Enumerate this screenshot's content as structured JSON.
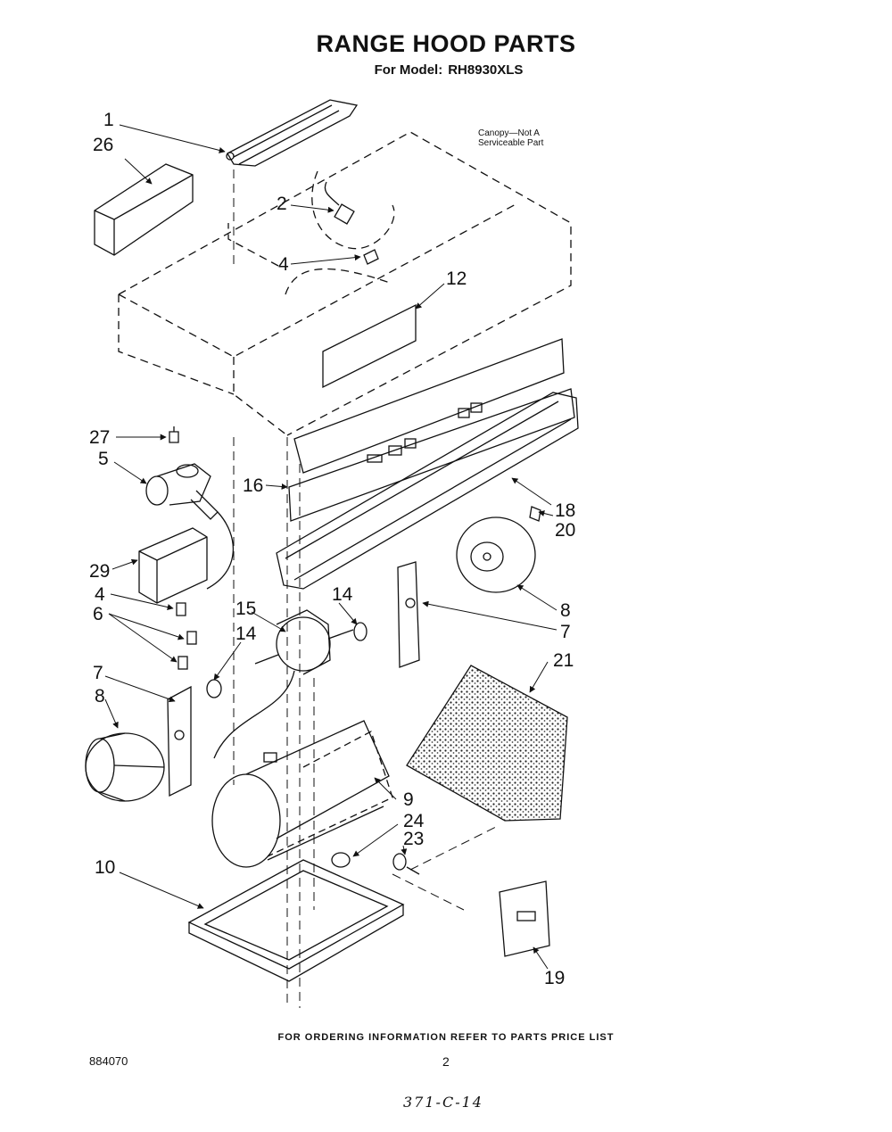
{
  "header": {
    "title": "RANGE HOOD PARTS",
    "model_label": "For Model:",
    "model_number": "RH8930XLS"
  },
  "note": {
    "line1": "Canopy—Not A",
    "line2": "Serviceable Part"
  },
  "callouts": [
    "1",
    "26",
    "2",
    "4",
    "12",
    "27",
    "5",
    "16",
    "18",
    "20",
    "29",
    "4",
    "6",
    "14",
    "15",
    "14",
    "7",
    "8",
    "8",
    "7",
    "21",
    "9",
    "24",
    "23",
    "10",
    "19"
  ],
  "footer": {
    "ordering_info": "FOR ORDERING INFORMATION REFER TO PARTS PRICE LIST",
    "document_number": "884070",
    "page_number": "2",
    "handwritten_code": "371-C-14"
  }
}
